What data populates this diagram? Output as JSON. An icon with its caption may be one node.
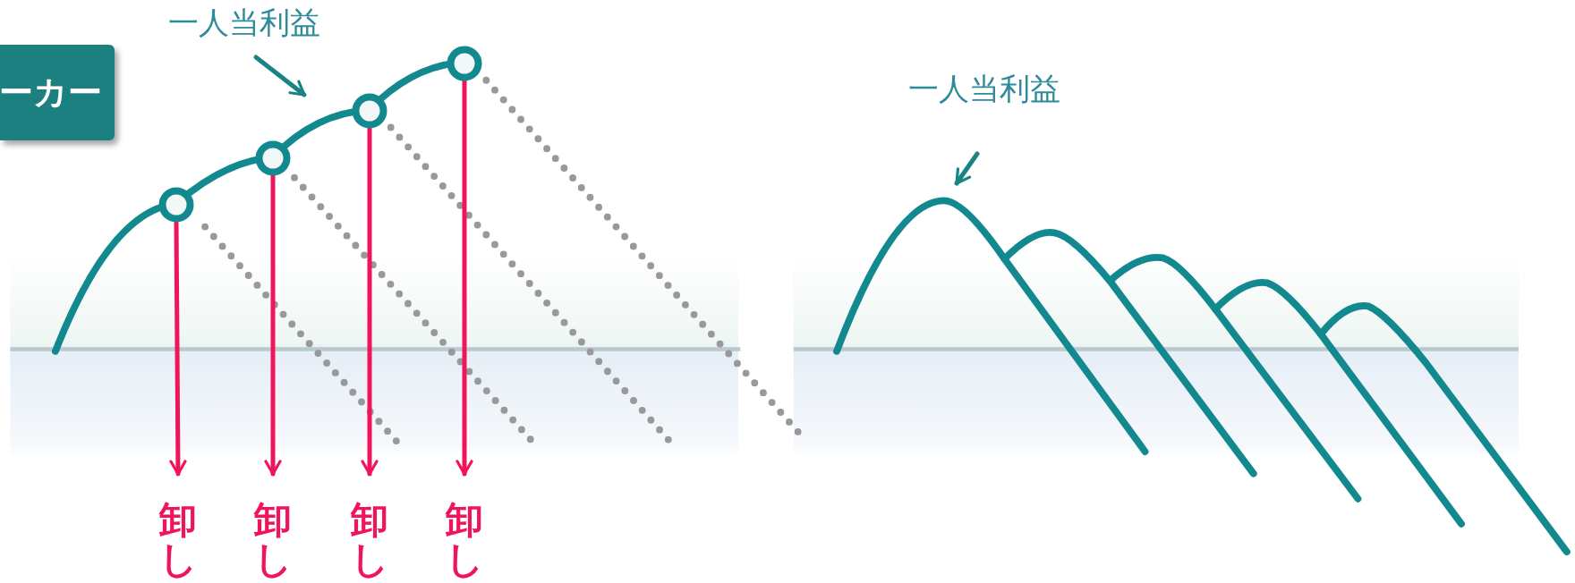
{
  "diagram": {
    "nodes": [
      {
        "text": [
          "ーカー"
        ]
      },
      {
        "text": [
          "一人当利益"
        ]
      },
      {
        "text": [
          "一人当利益"
        ]
      },
      {
        "text": [],
        "shape": "circle"
      },
      {
        "text": [],
        "shape": "circle"
      },
      {
        "text": [],
        "shape": "circle"
      },
      {
        "text": [],
        "shape": "circle"
      },
      {
        "text": [
          "卸し"
        ]
      },
      {
        "text": [
          "卸し"
        ]
      },
      {
        "text": [
          "卸し"
        ]
      },
      {
        "text": [
          "卸し"
        ]
      },
      {
        "text": [],
        "shape": "curve"
      }
    ],
    "edges": [
      {
        "from": 1,
        "to": null,
        "arrow": "to",
        "color": "#1a8484"
      },
      {
        "from": 2,
        "to": 11,
        "arrow": "to",
        "color": "#1a8484"
      },
      {
        "from": 3,
        "to": 7,
        "arrow": "to"
      },
      {
        "from": 4,
        "to": 8,
        "arrow": "to"
      },
      {
        "from": 5,
        "to": 9,
        "arrow": "to"
      },
      {
        "from": 6,
        "to": 10,
        "arrow": "to"
      }
    ]
  }
}
